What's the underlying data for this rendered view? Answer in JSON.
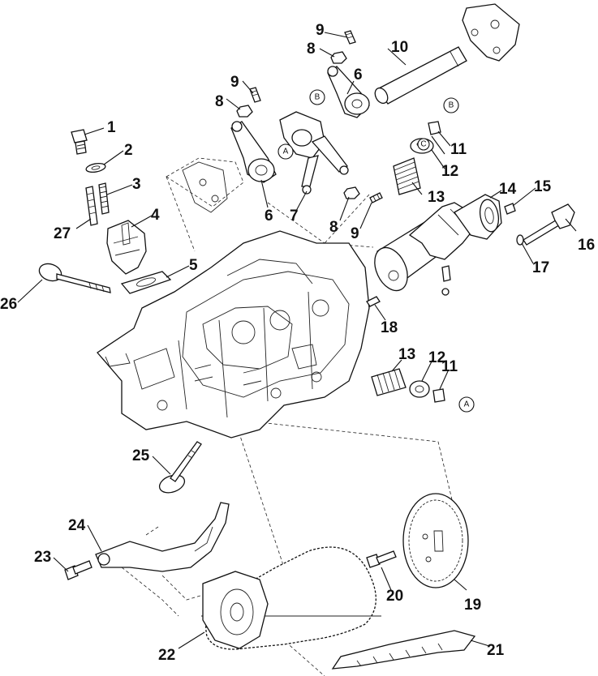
{
  "callouts": {
    "c1": "1",
    "c2": "2",
    "c3": "3",
    "c4": "4",
    "c5": "5",
    "c6a": "6",
    "c6b": "6",
    "c7": "7",
    "c8a": "8",
    "c8b": "8",
    "c8c": "8",
    "c9a": "9",
    "c9b": "9",
    "c9c": "9",
    "c10": "10",
    "c11a": "11",
    "c11b": "11",
    "c12a": "12",
    "c12b": "12",
    "c13a": "13",
    "c13b": "13",
    "c14": "14",
    "c15": "15",
    "c16": "16",
    "c17": "17",
    "c18": "18",
    "c19": "19",
    "c20": "20",
    "c21": "21",
    "c22": "22",
    "c23": "23",
    "c24": "24",
    "c25": "25",
    "c26": "26",
    "c27": "27"
  },
  "references": {
    "ref_b1": "B",
    "ref_b2": "B",
    "ref_a1": "A",
    "ref_c": "C",
    "ref_a2": "A"
  },
  "colors": {
    "line": "#111111",
    "background": "#ffffff"
  }
}
